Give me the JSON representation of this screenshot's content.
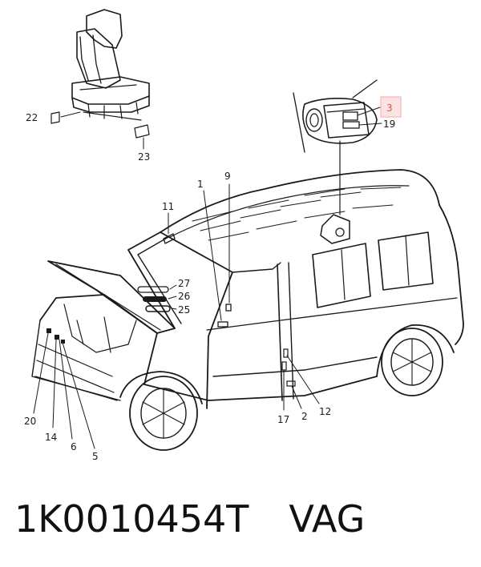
{
  "callouts": {
    "c1": "1",
    "c2": "2",
    "c3": "3",
    "c5": "5",
    "c6": "6",
    "c9": "9",
    "c11": "11",
    "c12": "12",
    "c14": "14",
    "c17": "17",
    "c19": "19",
    "c20": "20",
    "c22": "22",
    "c23": "23",
    "c25": "25",
    "c26": "26",
    "c27": "27"
  },
  "caption": {
    "part_number": "1K0010454T",
    "brand": "VAG"
  },
  "colors": {
    "line": "#1a1a1a",
    "highlight_box": "#f3b7b7",
    "highlight_text": "#d94f4f"
  }
}
